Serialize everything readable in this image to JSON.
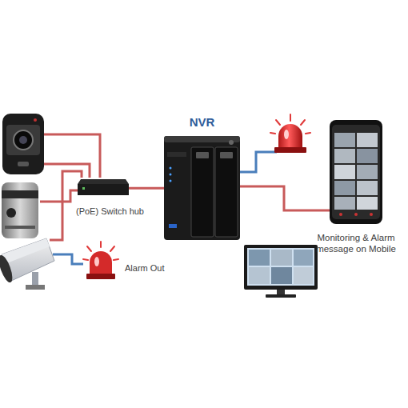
{
  "diagram": {
    "nodes": [
      {
        "text": [
          "(PoE) Switch hub"
        ]
      },
      {
        "text": [
          "NVR"
        ]
      },
      {
        "text": [
          "Alarm Out"
        ]
      },
      {
        "text": [
          "Monitoring & Alarm message on Mobile"
        ]
      }
    ],
    "edges": [
      {
        "from": 0,
        "to": 1,
        "arrow": "none"
      },
      {
        "from": 1,
        "to": 3,
        "arrow": "none"
      }
    ]
  }
}
